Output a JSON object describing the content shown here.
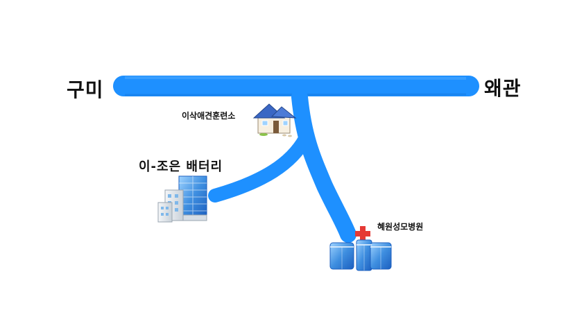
{
  "map": {
    "places": {
      "west_city": "구미",
      "east_city": "왜관",
      "training_center": "이삭애견훈련소",
      "battery_company": "이-조은 배터리",
      "hospital": "혜원성모병원"
    },
    "colors": {
      "road": "#1e90ff",
      "text": "#111111",
      "roof": "#3a67c4",
      "building_blue": "#5aa8e8",
      "hospital_cross": "#e53935"
    },
    "icons": {
      "training_center": "house-icon",
      "battery_company": "office-building-icon",
      "hospital": "hospital-icon"
    }
  }
}
